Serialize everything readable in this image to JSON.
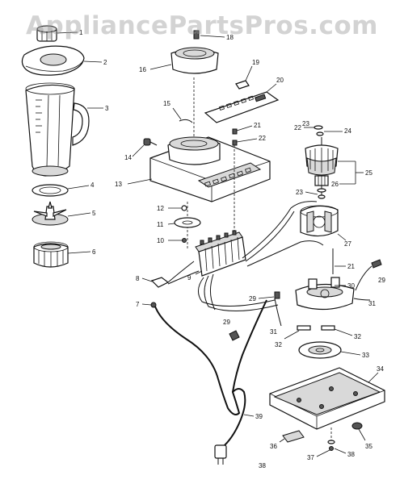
{
  "watermark": "AppliancePartsPros.com",
  "parts": [
    {
      "id": "p1",
      "label": "1"
    },
    {
      "id": "p2",
      "label": "2"
    },
    {
      "id": "p3",
      "label": "3"
    },
    {
      "id": "p4",
      "label": "4"
    },
    {
      "id": "p5",
      "label": "5"
    },
    {
      "id": "p6",
      "label": "6"
    },
    {
      "id": "p7",
      "label": "7"
    },
    {
      "id": "p8",
      "label": "8"
    },
    {
      "id": "p9",
      "label": "9"
    },
    {
      "id": "p10",
      "label": "10"
    },
    {
      "id": "p11",
      "label": "11"
    },
    {
      "id": "p12",
      "label": "12"
    },
    {
      "id": "p13",
      "label": "13"
    },
    {
      "id": "p14",
      "label": "14"
    },
    {
      "id": "p15",
      "label": "15"
    },
    {
      "id": "p16",
      "label": "16"
    },
    {
      "id": "p18",
      "label": "18"
    },
    {
      "id": "p19",
      "label": "19"
    },
    {
      "id": "p20",
      "label": "20"
    },
    {
      "id": "p21a",
      "label": "21"
    },
    {
      "id": "p21b",
      "label": "21"
    },
    {
      "id": "p22a",
      "label": "22"
    },
    {
      "id": "p22b",
      "label": "22"
    },
    {
      "id": "p23a",
      "label": "23"
    },
    {
      "id": "p23b",
      "label": "23"
    },
    {
      "id": "p24",
      "label": "24"
    },
    {
      "id": "p25",
      "label": "25"
    },
    {
      "id": "p26",
      "label": "26"
    },
    {
      "id": "p27",
      "label": "27"
    },
    {
      "id": "p29a",
      "label": "29"
    },
    {
      "id": "p29b",
      "label": "29"
    },
    {
      "id": "p29c",
      "label": "29"
    },
    {
      "id": "p30",
      "label": "30"
    },
    {
      "id": "p31a",
      "label": "31"
    },
    {
      "id": "p31b",
      "label": "31"
    },
    {
      "id": "p32a",
      "label": "32"
    },
    {
      "id": "p32b",
      "label": "32"
    },
    {
      "id": "p33",
      "label": "33"
    },
    {
      "id": "p34",
      "label": "34"
    },
    {
      "id": "p35",
      "label": "35"
    },
    {
      "id": "p36",
      "label": "36"
    },
    {
      "id": "p37",
      "label": "37"
    },
    {
      "id": "p38a",
      "label": "38"
    },
    {
      "id": "p38b",
      "label": "38"
    },
    {
      "id": "p39",
      "label": "39"
    }
  ]
}
